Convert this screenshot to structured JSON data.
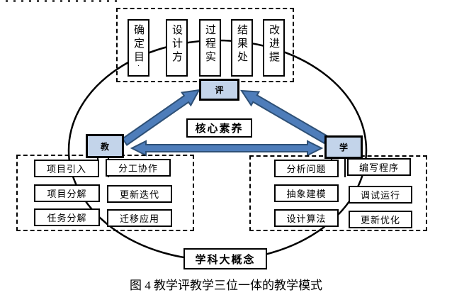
{
  "top_group": {
    "items": [
      "确定目",
      "设计方",
      "过程实",
      "结果处",
      "改进提"
    ],
    "remnant": "·"
  },
  "nodes": {
    "evaluate": "评",
    "teach": "教",
    "learn": "学"
  },
  "center_label": "核心素养",
  "bottom_label": "学科大概念",
  "left_group": {
    "items": [
      "项目引入",
      "分工协作",
      "项目分解",
      "更新迭代",
      "任务分解",
      "迁移应用"
    ]
  },
  "right_group": {
    "items": [
      "分析问题",
      "编写程序",
      "抽象建模",
      "调试运行",
      "设计算法",
      "更新优化"
    ]
  },
  "caption": "图 4 教学评教学三位一体的教学模式",
  "colors": {
    "node_fill": "#c3d4ea",
    "arrow_fill": "#4e7dba",
    "arrow_stroke": "#2e5076",
    "outline": "#000000"
  }
}
